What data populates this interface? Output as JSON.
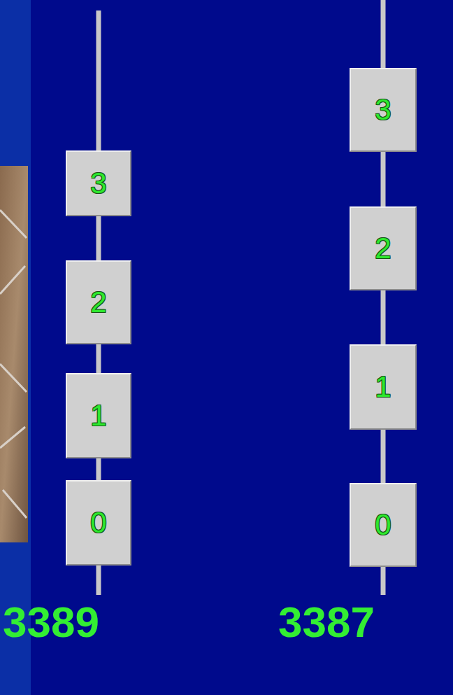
{
  "diagram": {
    "nodes": [
      {
        "text": [
          "3"
        ]
      },
      {
        "text": [
          "2"
        ]
      },
      {
        "text": [
          "1"
        ]
      },
      {
        "text": [
          "0"
        ]
      },
      {
        "text": [
          "3"
        ]
      },
      {
        "text": [
          "2"
        ]
      },
      {
        "text": [
          "1"
        ]
      },
      {
        "text": [
          "0"
        ]
      }
    ],
    "edges": [
      {
        "from": 0,
        "to": 1,
        "arrow": "none"
      },
      {
        "from": 1,
        "to": 2,
        "arrow": "none"
      },
      {
        "from": 2,
        "to": 3,
        "arrow": "none"
      },
      {
        "from": 4,
        "to": 5,
        "arrow": "none"
      },
      {
        "from": 5,
        "to": 6,
        "arrow": "none"
      },
      {
        "from": 6,
        "to": 7,
        "arrow": "none"
      }
    ],
    "labels": [
      "3389",
      "3387"
    ]
  }
}
